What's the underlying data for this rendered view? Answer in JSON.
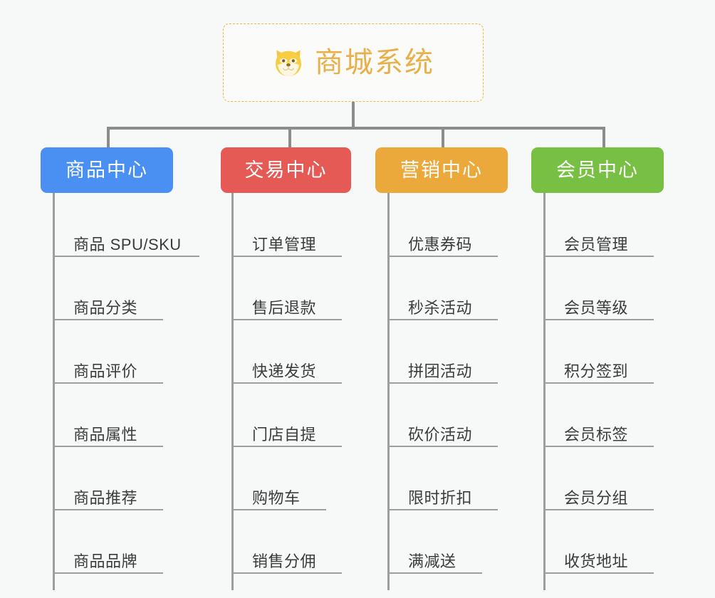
{
  "diagram": {
    "type": "mindmap-org-chart",
    "background_color": "#f7f8f8",
    "root": {
      "title": "商城系统",
      "icon": "dog-face-emoji",
      "text_color": "#e8b04a",
      "border_color": "#e8b84b",
      "border_style": "dashed"
    },
    "connector_color": "#8c8c8c",
    "branches": [
      {
        "label": "商品中心",
        "color": "#4a90f2",
        "items": [
          "商品 SPU/SKU",
          "商品分类",
          "商品评价",
          "商品属性",
          "商品推荐",
          "商品品牌"
        ]
      },
      {
        "label": "交易中心",
        "color": "#e55a54",
        "items": [
          "订单管理",
          "售后退款",
          "快递发货",
          "门店自提",
          "购物车",
          "销售分佣"
        ]
      },
      {
        "label": "营销中心",
        "color": "#eaa93a",
        "items": [
          "优惠券码",
          "秒杀活动",
          "拼团活动",
          "砍价活动",
          "限时折扣",
          "满减送"
        ]
      },
      {
        "label": "会员中心",
        "color": "#77c043",
        "items": [
          "会员管理",
          "会员等级",
          "积分签到",
          "会员标签",
          "会员分组",
          "收货地址"
        ]
      }
    ]
  }
}
